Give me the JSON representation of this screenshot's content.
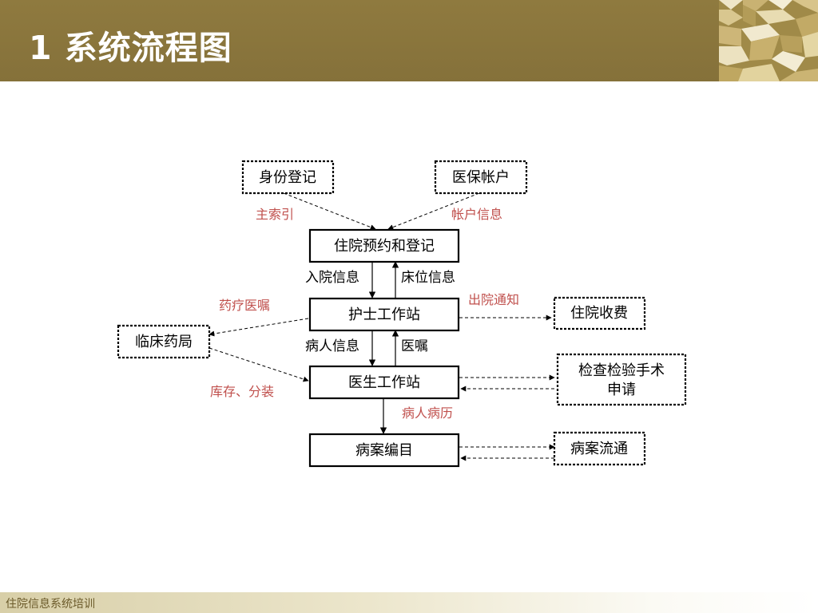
{
  "slide": {
    "title": "1 系统流程图",
    "footer": "住院信息系统培训"
  },
  "nodes": {
    "identity": "身份登记",
    "insurance": "医保帐户",
    "admission": "住院预约和登记",
    "nurse": "护士工作站",
    "pharmacy": "临床药局",
    "billing": "住院收费",
    "doctor": "医生工作站",
    "exam_line1": "检查检验手术",
    "exam_line2": "申请",
    "records": "病案编目",
    "circulation": "病案流通"
  },
  "edges": {
    "master_index": "主索引",
    "account_info": "帐户信息",
    "admit_info": "入院信息",
    "bed_info": "床位信息",
    "drug_orders": "药疗医嘱",
    "discharge_notice": "出院通知",
    "patient_info": "病人信息",
    "orders": "医嘱",
    "stock_dispense": "库存、分装",
    "medical_history": "病人病历"
  },
  "colors": {
    "header": "#8f7a3f",
    "edge_label_red": "#c0504d",
    "footer_text": "#6b5a2a"
  }
}
